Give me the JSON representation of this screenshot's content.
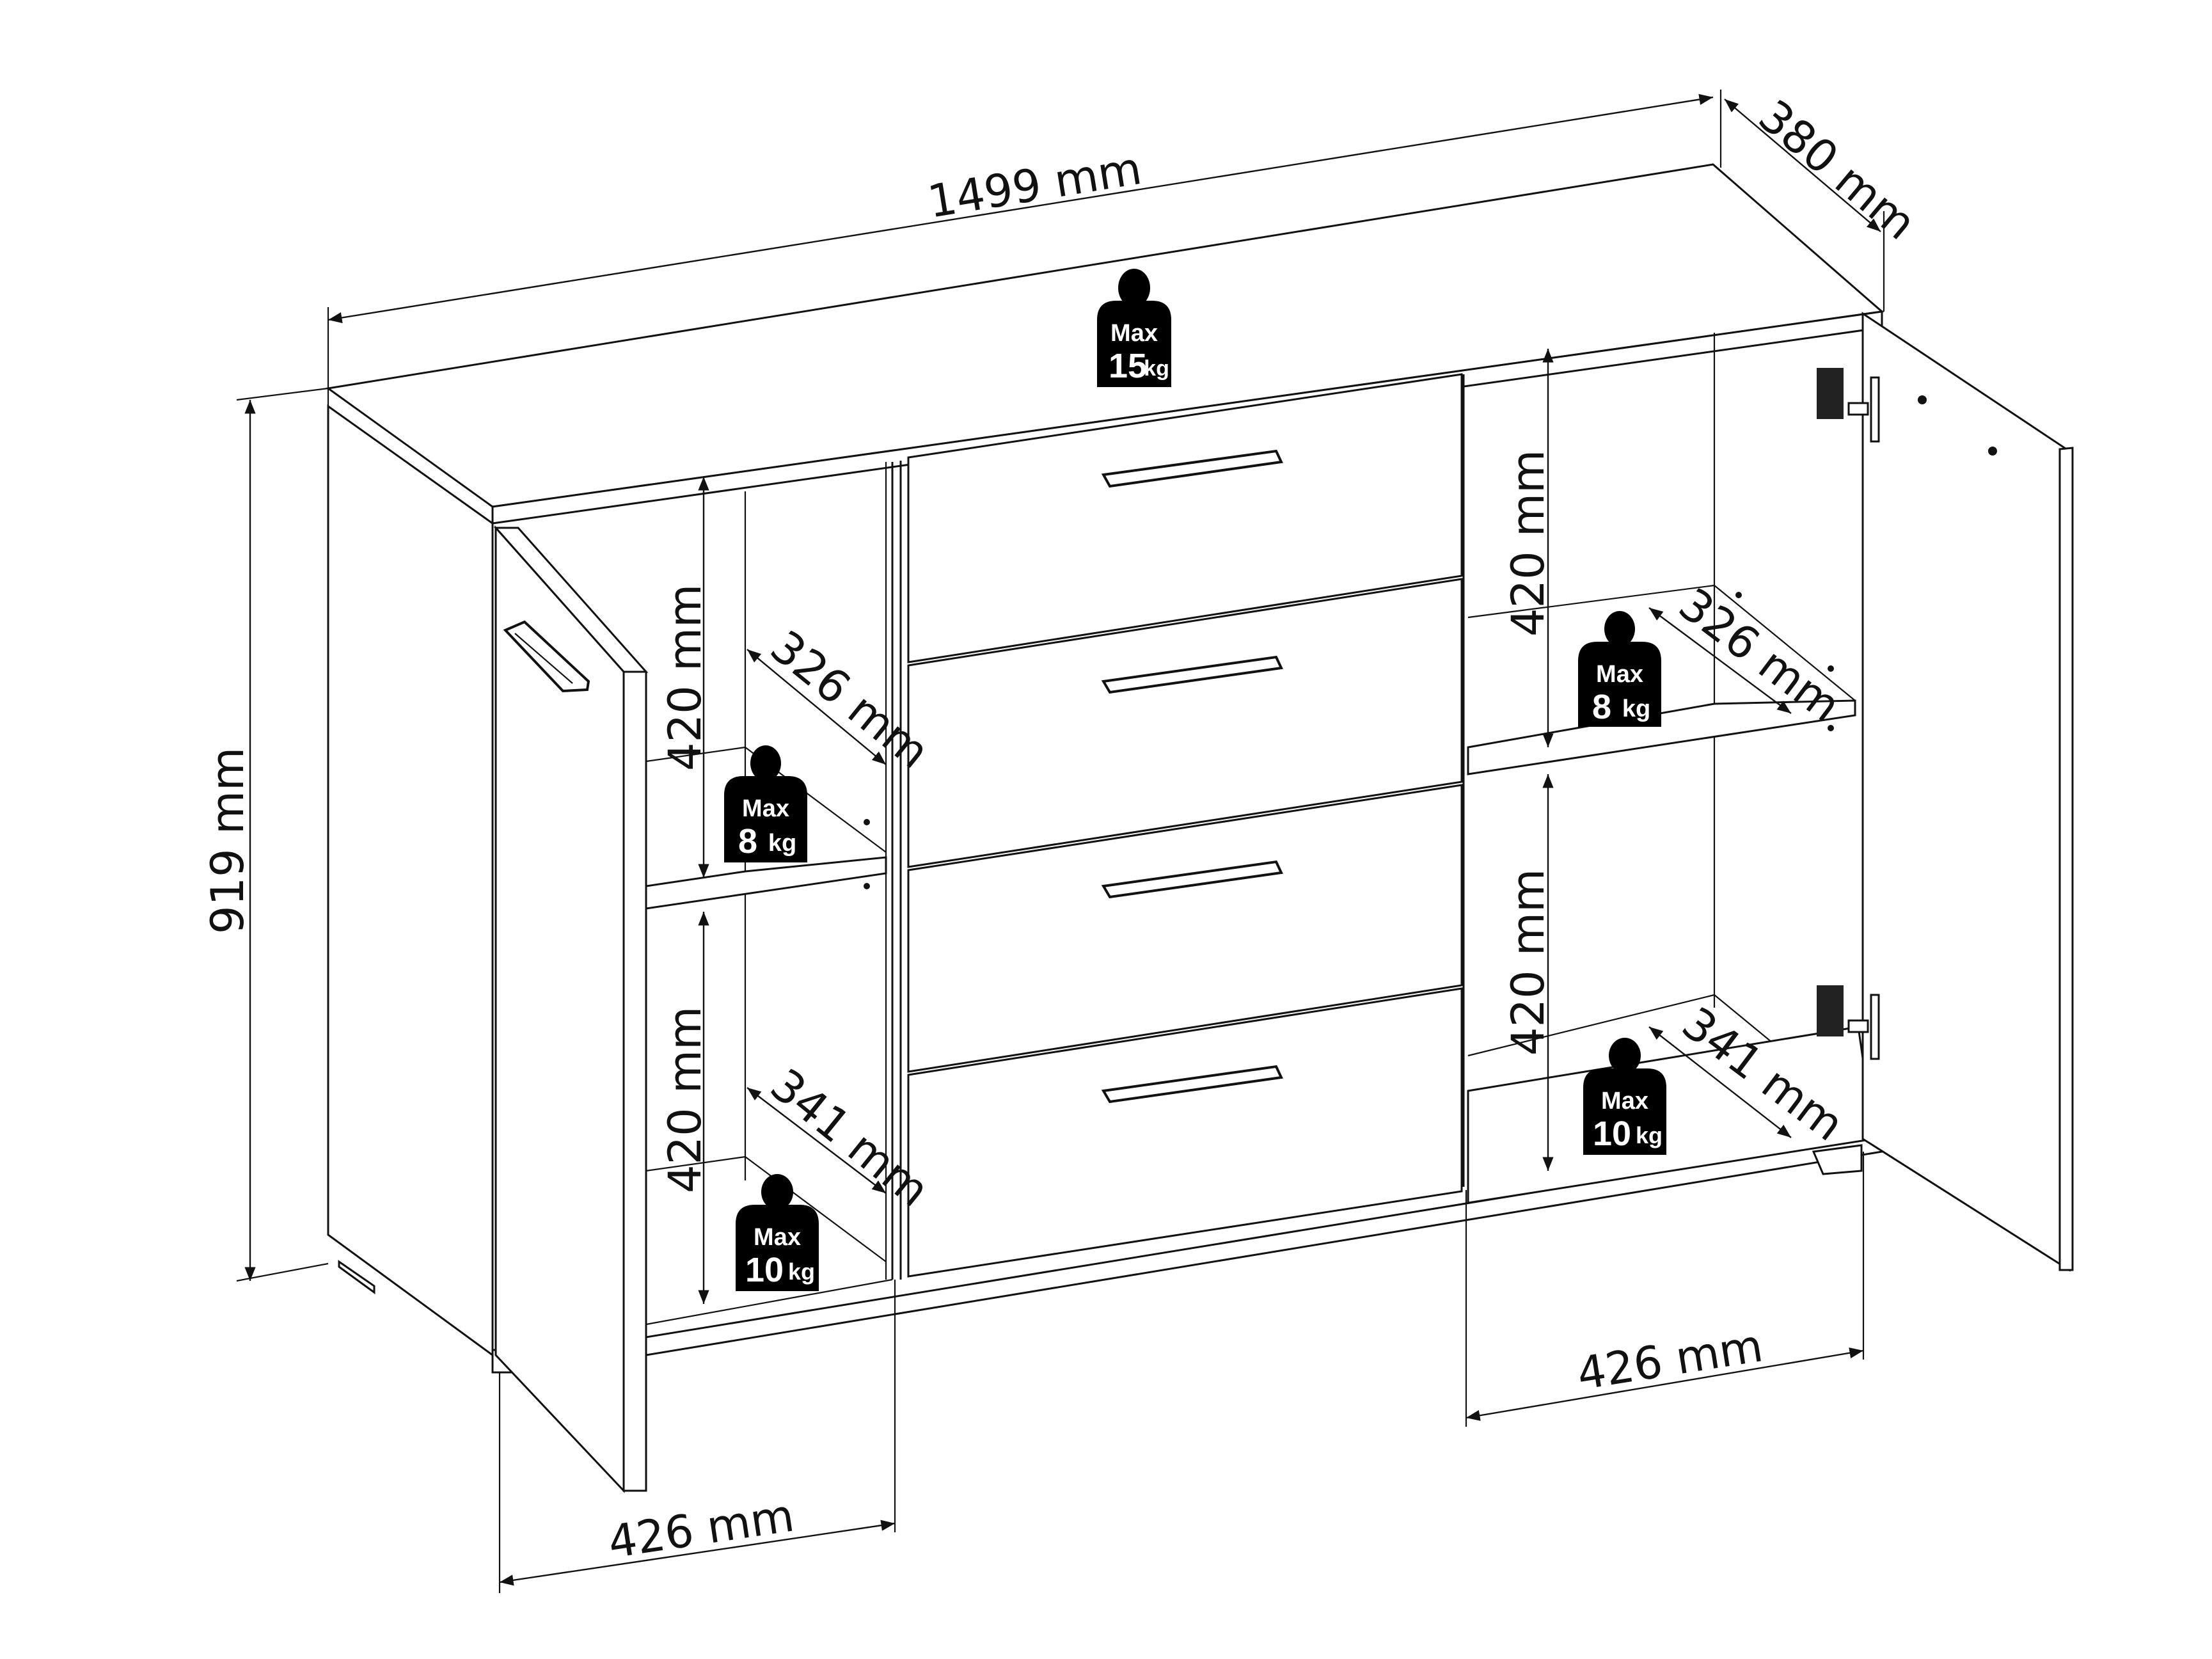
{
  "diagram": {
    "subject": "Sideboard with 4 drawers and 2 open hinged doors - dimension drawing",
    "colors": {
      "line": "#111111",
      "background": "#ffffff",
      "weight_icon": "#000000",
      "weight_text": "#ffffff"
    },
    "overall_dimensions": {
      "width": "1499 mm",
      "depth": "380 mm",
      "height": "919 mm"
    },
    "compartments": {
      "left": {
        "upper_height": "420 mm",
        "lower_height": "420 mm",
        "shelf_depth": "326 mm",
        "bottom_depth": "341 mm",
        "width": "426 mm",
        "shelf_load": {
          "label": "Max",
          "value": "8",
          "unit": "kg"
        },
        "bottom_load": {
          "label": "Max",
          "value": "10",
          "unit": "kg"
        }
      },
      "right": {
        "upper_height": "420 mm",
        "lower_height": "420 mm",
        "shelf_depth": "326 mm",
        "bottom_depth": "341 mm",
        "width": "426 mm",
        "shelf_load": {
          "label": "Max",
          "value": "8",
          "unit": "kg"
        },
        "bottom_load": {
          "label": "Max",
          "value": "10",
          "unit": "kg"
        }
      }
    },
    "top_load": {
      "label": "Max",
      "value": "15",
      "unit": "kg"
    },
    "drawers": [
      {
        "name": "drawer-1"
      },
      {
        "name": "drawer-2"
      },
      {
        "name": "drawer-3"
      },
      {
        "name": "drawer-4"
      }
    ],
    "icons": {
      "weight": "weight-icon",
      "handle": "bar-handle-icon",
      "hinge": "hinge-icon"
    }
  }
}
